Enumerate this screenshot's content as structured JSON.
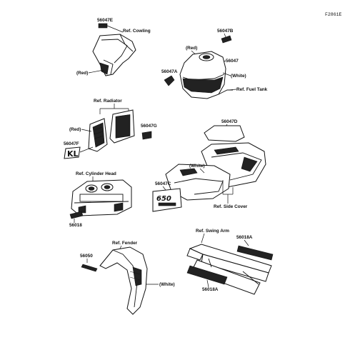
{
  "figure_code": "F2861E",
  "labels": {
    "p56047E": "56047E",
    "ref_cowling": "Ref. Cowling",
    "red_cowling": "(Red)",
    "p56047B": "56047B",
    "red_tank": "(Red)",
    "p56047": "56047",
    "p56047A": "56047A",
    "white_tank": "(White)",
    "ref_fuel_tank": "Ref. Fuel Tank",
    "ref_radiator": "Ref. Radiator",
    "red_radiator": "(Red)",
    "p56047G": "56047G",
    "p56047F": "56047F",
    "p56047D": "56047D",
    "white_side": "(White)",
    "ref_cylinder_head": "Ref. Cylinder Head",
    "p56047C": "56047C",
    "p56018": "56018",
    "ref_side_cover": "Ref. Side Cover",
    "ref_fender": "Ref. Fender",
    "ref_swing_arm": "Ref. Swing Arm",
    "p56018A_top": "56018A",
    "p56050": "56050",
    "white_fender": "(White)",
    "p56018A_bottom": "56018A"
  }
}
